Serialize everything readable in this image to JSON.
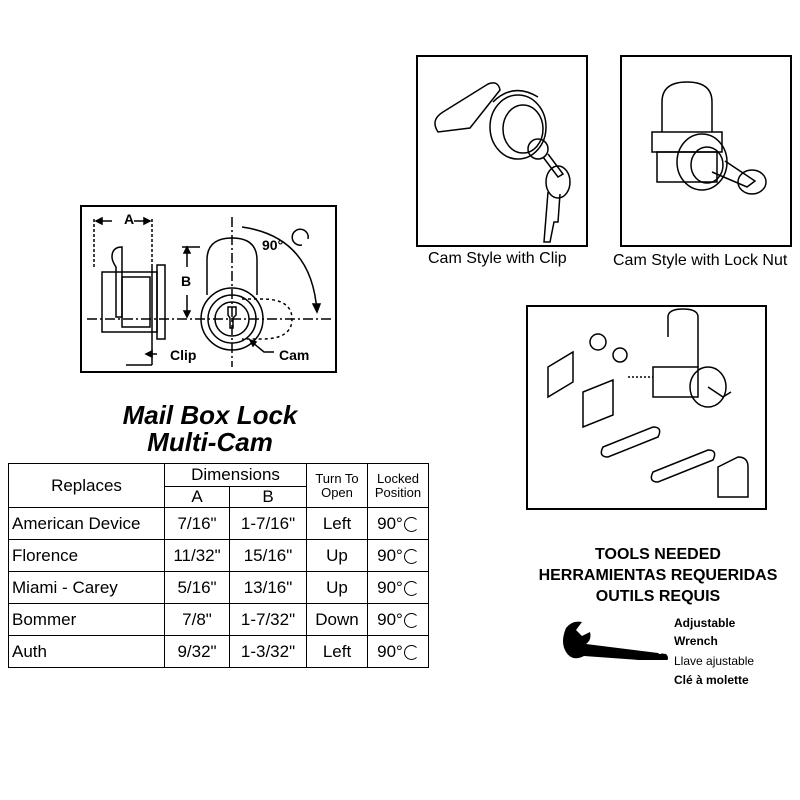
{
  "diagram": {
    "dim_a": "A",
    "dim_b": "B",
    "angle": "90°",
    "clip_label": "Clip",
    "cam_label": "Cam"
  },
  "photos": {
    "clip_caption": "Cam Style with Clip",
    "nut_caption": "Cam Style with Lock Nut"
  },
  "title": {
    "line1": "Mail Box Lock",
    "line2": "Multi-Cam"
  },
  "table": {
    "headers": {
      "replaces": "Replaces",
      "dimensions": "Dimensions",
      "a": "A",
      "b": "B",
      "turn_line1": "Turn To",
      "turn_line2": "Open",
      "locked_line1": "Locked",
      "locked_line2": "Position"
    },
    "rows": [
      {
        "name": "American Device",
        "a": "7/16\"",
        "b": "1-7/16\"",
        "turn": "Left",
        "locked": "90°"
      },
      {
        "name": "Florence",
        "a": "11/32\"",
        "b": "15/16\"",
        "turn": "Up",
        "locked": "90°"
      },
      {
        "name": "Miami - Carey",
        "a": "5/16\"",
        "b": "13/16\"",
        "turn": "Up",
        "locked": "90°"
      },
      {
        "name": "Bommer",
        "a": "7/8\"",
        "b": "1-7/32\"",
        "turn": "Down",
        "locked": "90°"
      },
      {
        "name": "Auth",
        "a": "9/32\"",
        "b": "1-3/32\"",
        "turn": "Left",
        "locked": "90°"
      }
    ]
  },
  "tools": {
    "line1": "TOOLS NEEDED",
    "line2": "HERRAMIENTAS REQUERIDAS",
    "line3": "OUTILS REQUIS",
    "wrench_en1": "Adjustable",
    "wrench_en2": "Wrench",
    "wrench_es": "Llave ajustable",
    "wrench_fr": "Clé à molette"
  }
}
